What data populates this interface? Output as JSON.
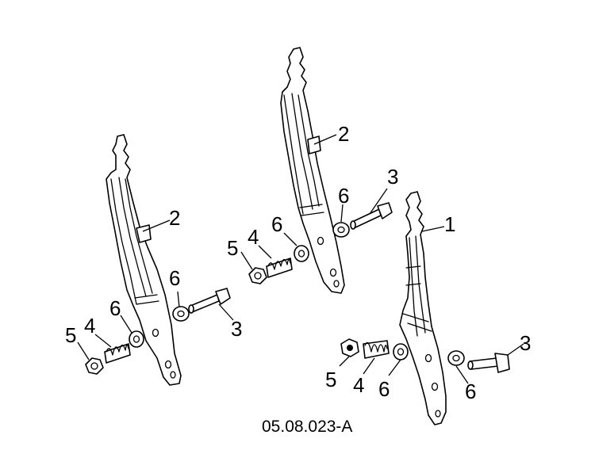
{
  "callouts": {
    "c1": "1",
    "c2a": "2",
    "c2b": "2",
    "c3a": "3",
    "c3b": "3",
    "c3c": "3",
    "c4a": "4",
    "c4b": "4",
    "c4c": "4",
    "c5a": "5",
    "c5b": "5",
    "c5c": "5",
    "c6a": "6",
    "c6b": "6",
    "c6c": "6",
    "c6d": "6",
    "c6e": "6",
    "c6f": "6"
  },
  "figure_code": "05.08.023-A"
}
